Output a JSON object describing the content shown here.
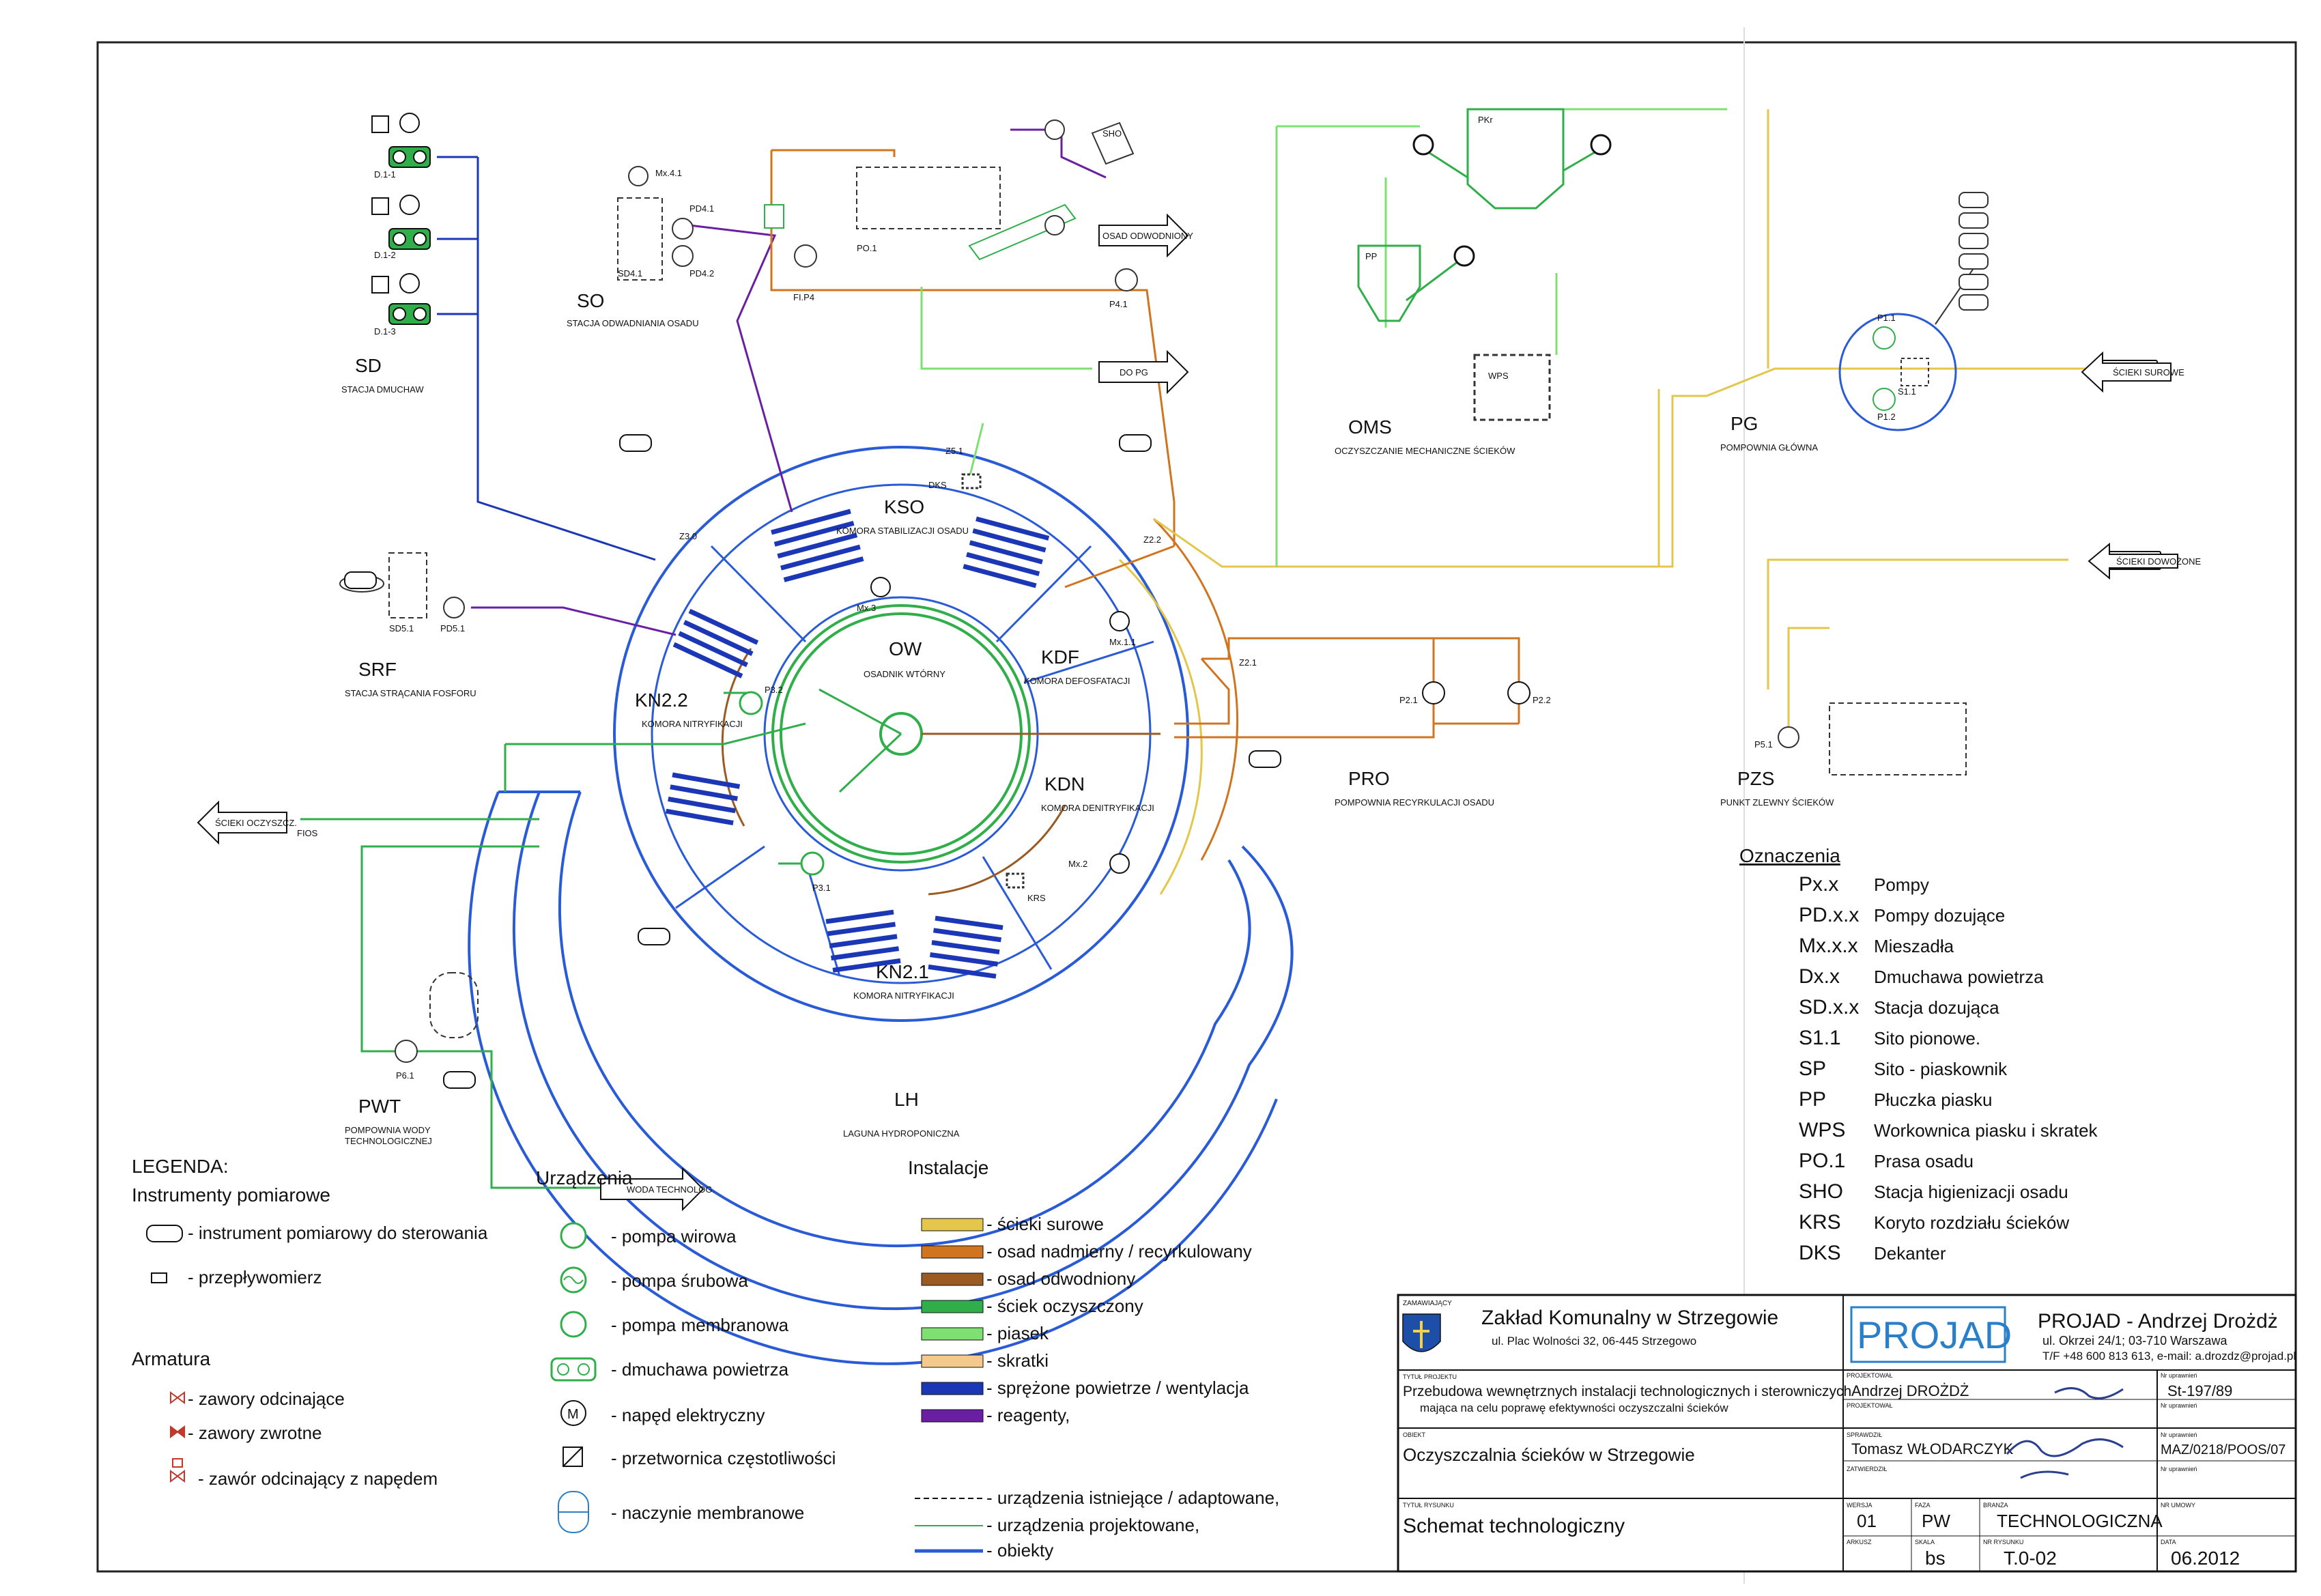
{
  "title_block": {
    "client_label": "ZAMAWIAJĄCY",
    "client_name": "Zakład Komunalny w Strzegowie",
    "client_address": "ul. Plac Wolności 32, 06-445 Strzegowo",
    "designer_logo": "PROJAD",
    "designer_name": "PROJAD - Andrzej Drożdż",
    "designer_address": "ul. Okrzei 24/1; 03-710 Warszawa",
    "designer_contact": "T/F +48 600 813 613, e-mail: a.drozdz@projad.pl",
    "project_title_label": "TYTUŁ PROJEKTU",
    "project_title_1": "Przebudowa wewnętrznych instalacji technologicznych i sterowniczych",
    "project_title_2": "mająca na celu poprawę efektywności oczyszczalni ścieków",
    "designer_label": "PROJEKTOWAŁ",
    "designer_person": "Andrzej DROŻDŻ",
    "checker_label": "PROJEKTOWAŁ",
    "object_label": "OBIEKT",
    "object_name": "Oczyszczalnia ścieków w Strzegowie",
    "drafter_label": "SPRAWDZIŁ",
    "drafter_person": "Tomasz WŁODARCZYK",
    "approved_label": "ZATWIERDZIŁ",
    "drawing_title_label": "TYTUŁ RYSUNKU",
    "drawing_title": "Schemat technologiczny",
    "nr_label_1": "Nr uprawnień",
    "nr_value_1": "St-197/89",
    "nr_label_2": "Nr uprawnień",
    "nr_label_3": "Nr uprawnień",
    "nr_value_3": "MAZ/0218/POOS/07",
    "nr_label_4": "Nr uprawnień",
    "nr_umowy_label": "NR UMOWY",
    "wersja_label": "WERSJA",
    "wersja": "01",
    "faza_label": "FAZA",
    "faza": "PW",
    "branza_label": "BRANŻA",
    "branza": "TECHNOLOGICZNA",
    "arkusz_label": "ARKUSZ",
    "skala_label": "SKALA",
    "skala": "bs",
    "nr_rysunku_label": "NR RYSUNKU",
    "nr_rysunku": "T.0-02",
    "data_label": "DATA",
    "data": "06.2012"
  },
  "stations": {
    "SD": "SD",
    "SD_name": "STACJA DMUCHAW",
    "SO": "SO",
    "SO_name": "STACJA ODWADNIANIA OSADU",
    "SRF": "SRF",
    "SRF_name": "STACJA STRĄCANIA FOSFORU",
    "OMS": "OMS",
    "OMS_name": "OCZYSZCZANIE MECHANICZNE ŚCIEKÓW",
    "PG": "PG",
    "PG_name": "POMPOWNIA GŁÓWNA",
    "PRO": "PRO",
    "PRO_name": "POMPOWNIA RECYRKULACJI OSADU",
    "PZS": "PZS",
    "PZS_name": "PUNKT ZLEWNY ŚCIEKÓW",
    "PWT": "PWT",
    "PWT_name_1": "POMPOWNIA WODY",
    "PWT_name_2": "TECHNOLOGICZNEJ",
    "KSO": "KSO",
    "KSO_name": "KOMORA STABILIZACJI OSADU",
    "KDF": "KDF",
    "KDF_name": "KOMORA DEFOSFATACJI",
    "KDN": "KDN",
    "KDN_name": "KOMORA DENITRYFIKACJI",
    "KN22": "KN2.2",
    "KN22_name": "KOMORA NITRYFIKACJI",
    "KN21": "KN2.1",
    "KN21_name": "KOMORA NITRYFIKACJI",
    "OW": "OW",
    "OW_name": "OSADNIK WTÓRNY",
    "LH": "LH",
    "LH_name": "LAGUNA HYDROPONICZNA",
    "PKr": "PKr",
    "PP": "PP",
    "WPS": "WPS",
    "SHO": "SHO",
    "PO1": "PO.1",
    "DKS": "DKS",
    "KRS": "KRS"
  },
  "equipment_tags": {
    "D11": "D.1-1",
    "D12": "D.1-2",
    "D13": "D.1-3",
    "Mx41": "Mx.4.1",
    "PD41": "PD4.1",
    "PD42": "PD4.2",
    "SD41": "SD4.1",
    "FIP4": "FI.P4",
    "P41": "P4.1",
    "SD51": "SD5.1",
    "PD51": "PD5.1",
    "Mx3": "Mx.3",
    "Mx11": "Mx.1.1",
    "Mx2": "Mx.2",
    "P32": "P3.2",
    "P31": "P3.1",
    "P21": "P2.1",
    "P22": "P2.2",
    "P11": "P1.1",
    "P12": "P1.2",
    "S11": "S1.1",
    "P51": "P5.1",
    "P61": "P6.1",
    "Z51": "Z5.1",
    "Z30": "Z3.0",
    "Z22": "Z2.2",
    "Z21": "Z2.1",
    "FIOS": "FIOS"
  },
  "arrows": {
    "osad_odwodniony": "OSAD ODWODNIONY",
    "do_pg": "DO PG",
    "scieki_surowe": "ŚCIEKI SUROWE",
    "scieki_dowozone": "ŚCIEKI DOWOŻONE",
    "scieki_oczyszczone": "ŚCIEKI OCZYSZCZ.",
    "woda_technol": "WODA TECHNOLOG."
  },
  "legend": {
    "title": "LEGENDA:",
    "instruments_title": "Instrumenty pomiarowe",
    "instrument_ctrl": "- instrument pomiarowy do sterowania",
    "flowmeter": "- przepływomierz",
    "armatura_title": "Armatura",
    "valve_shutoff": "- zawory odcinające",
    "valve_check": "- zawory zwrotne",
    "valve_actuated": "- zawór odcinający z napędem",
    "devices_title": "Urządzenia",
    "dev_centrifugal": "- pompa wirowa",
    "dev_screw": "- pompa śrubowa",
    "dev_membrane": "- pompa membranowa",
    "dev_blower": "- dmuchawa powietrza",
    "dev_motor": "- napęd elektryczny",
    "dev_vfd": "- przetwornica częstotliwości",
    "dev_vessel": "- naczynie membranowe",
    "installations_title": "Instalacje",
    "lines": [
      {
        "label": "- ścieki surowe",
        "color": "#e4c64a"
      },
      {
        "label": "- osad nadmierny / recyrkulowany",
        "color": "#d0741f"
      },
      {
        "label": "- osad odwodniony",
        "color": "#9a5a24"
      },
      {
        "label": "- ściek oczyszczony",
        "color": "#2fae4a"
      },
      {
        "label": "- piasek",
        "color": "#7ee070"
      },
      {
        "label": "- skratki",
        "color": "#f4c98c"
      },
      {
        "label": "- sprężone powietrze / wentylacja",
        "color": "#1b37b5"
      },
      {
        "label": "- reagenty,",
        "color": "#6a1fa3"
      }
    ],
    "line_types": [
      {
        "label": "- urządzenia istniejące / adaptowane,"
      },
      {
        "label": "- urządzenia projektowane,"
      },
      {
        "label": "- obiekty"
      }
    ]
  },
  "designations": {
    "title": "Oznaczenia",
    "items": [
      {
        "code": "Px.x",
        "desc": "Pompy"
      },
      {
        "code": "PD.x.x",
        "desc": "Pompy dozujące"
      },
      {
        "code": "Mx.x.x",
        "desc": "Mieszadła"
      },
      {
        "code": "Dx.x",
        "desc": "Dmuchawa powietrza"
      },
      {
        "code": "SD.x.x",
        "desc": "Stacja dozująca"
      },
      {
        "code": "S1.1",
        "desc": "Sito pionowe."
      },
      {
        "code": "SP",
        "desc": "Sito - piaskownik"
      },
      {
        "code": "PP",
        "desc": "Płuczka piasku"
      },
      {
        "code": "WPS",
        "desc": "Workownica piasku i skratek"
      },
      {
        "code": "PO.1",
        "desc": "Prasa osadu"
      },
      {
        "code": "SHO",
        "desc": "Stacja higienizacji osadu"
      },
      {
        "code": "KRS",
        "desc": "Koryto rozdziału ścieków"
      },
      {
        "code": "DKS",
        "desc": "Dekanter"
      }
    ]
  },
  "colors": {
    "raw": "#e4c64a",
    "sludge": "#d0741f",
    "dewatered": "#9a5a24",
    "treated": "#2fae4a",
    "sand": "#7ee070",
    "screenings": "#f4c98c",
    "air": "#1b37b5",
    "reagent": "#6a1fa3",
    "structure": "#2a5bd7",
    "brand": "#2a7fc9"
  }
}
